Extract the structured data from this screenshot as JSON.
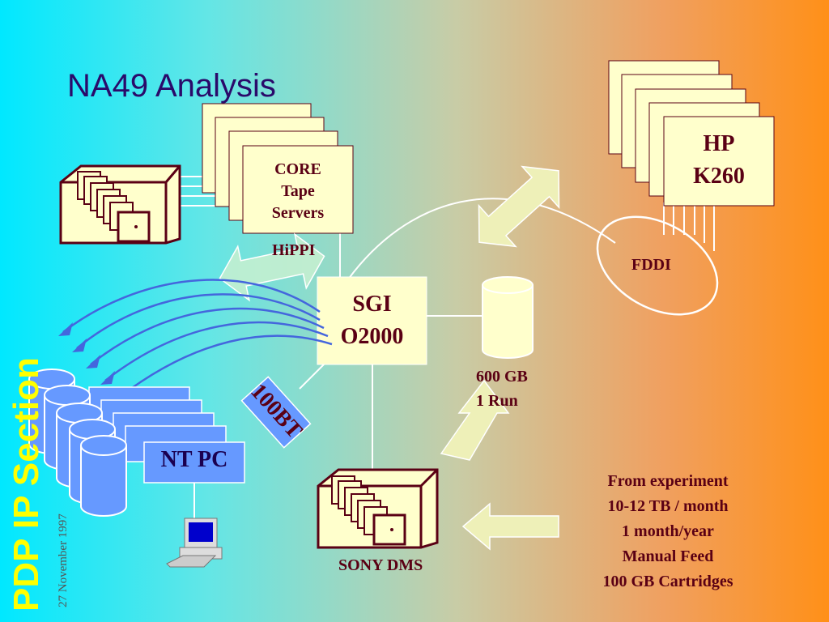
{
  "slide": {
    "title": "NA49 Analysis",
    "sidebar_text": "PDP IP Section",
    "date": "27 November 1997"
  },
  "nodes": {
    "core": [
      "CORE",
      "Tape",
      "Servers"
    ],
    "hippi": "HiPPI",
    "sgi": [
      "SGI",
      "O2000"
    ],
    "disk": [
      "600 GB",
      "1 Run"
    ],
    "hp": [
      "HP",
      "K260"
    ],
    "fddi": "FDDI",
    "ntpc": "NT PC",
    "net": "100BT",
    "sony": "SONY DMS",
    "experiment": [
      "From experiment",
      "10-12 TB / month",
      "1 month/year",
      "Manual Feed",
      "100 GB Cartridges"
    ]
  },
  "colors": {
    "box_fill": "#ffffcc",
    "tape_fill": "#ffffcc",
    "outline": "#5a0014",
    "ntpc_fill": "#6699ff",
    "disk_blue": "#6699ff",
    "arrow_fill": "#eef0b8",
    "link_line": "#ffffff",
    "sidebar_text": "#ffff00"
  }
}
